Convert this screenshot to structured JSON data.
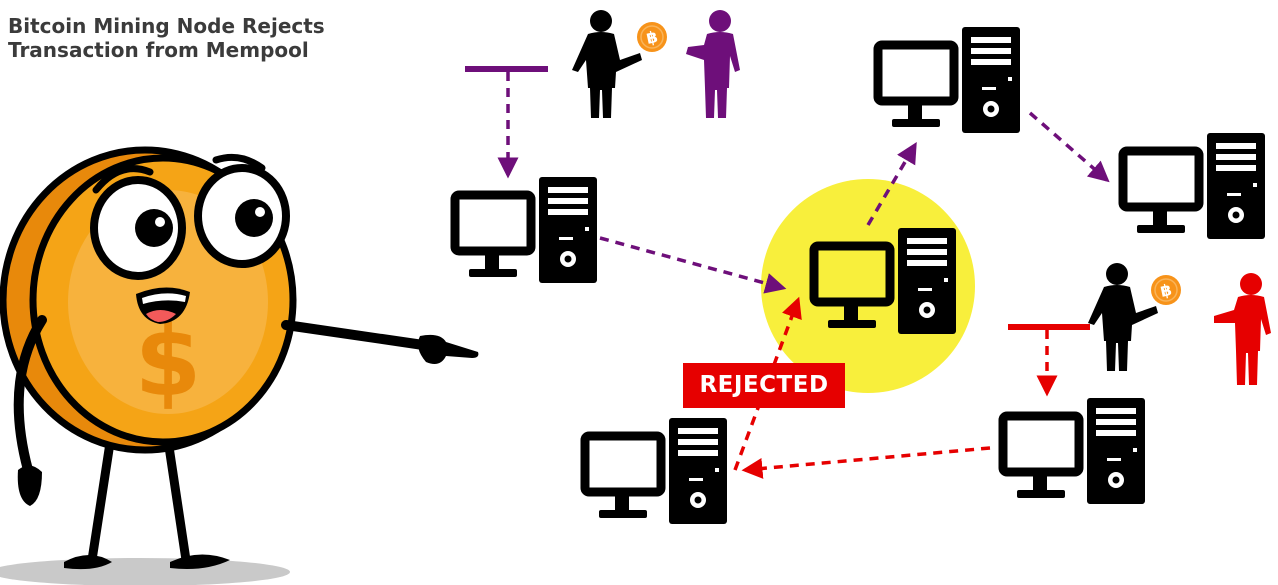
{
  "title": {
    "line1": "Bitcoin Mining Node Rejects",
    "line2": "Transaction from Mempool"
  },
  "status_label": "REJECTED",
  "coin_symbol": "$",
  "colors": {
    "valid_tx": "#6e0f7a",
    "rejected_tx": "#e60000",
    "highlight": "#f8ef3c",
    "coin": "#f5a416",
    "bitcoin": "#f7931a",
    "ink": "#000000"
  },
  "icons": [
    "computer-icon",
    "person-icon",
    "bitcoin-coin-icon",
    "mascot-coin-character"
  ]
}
